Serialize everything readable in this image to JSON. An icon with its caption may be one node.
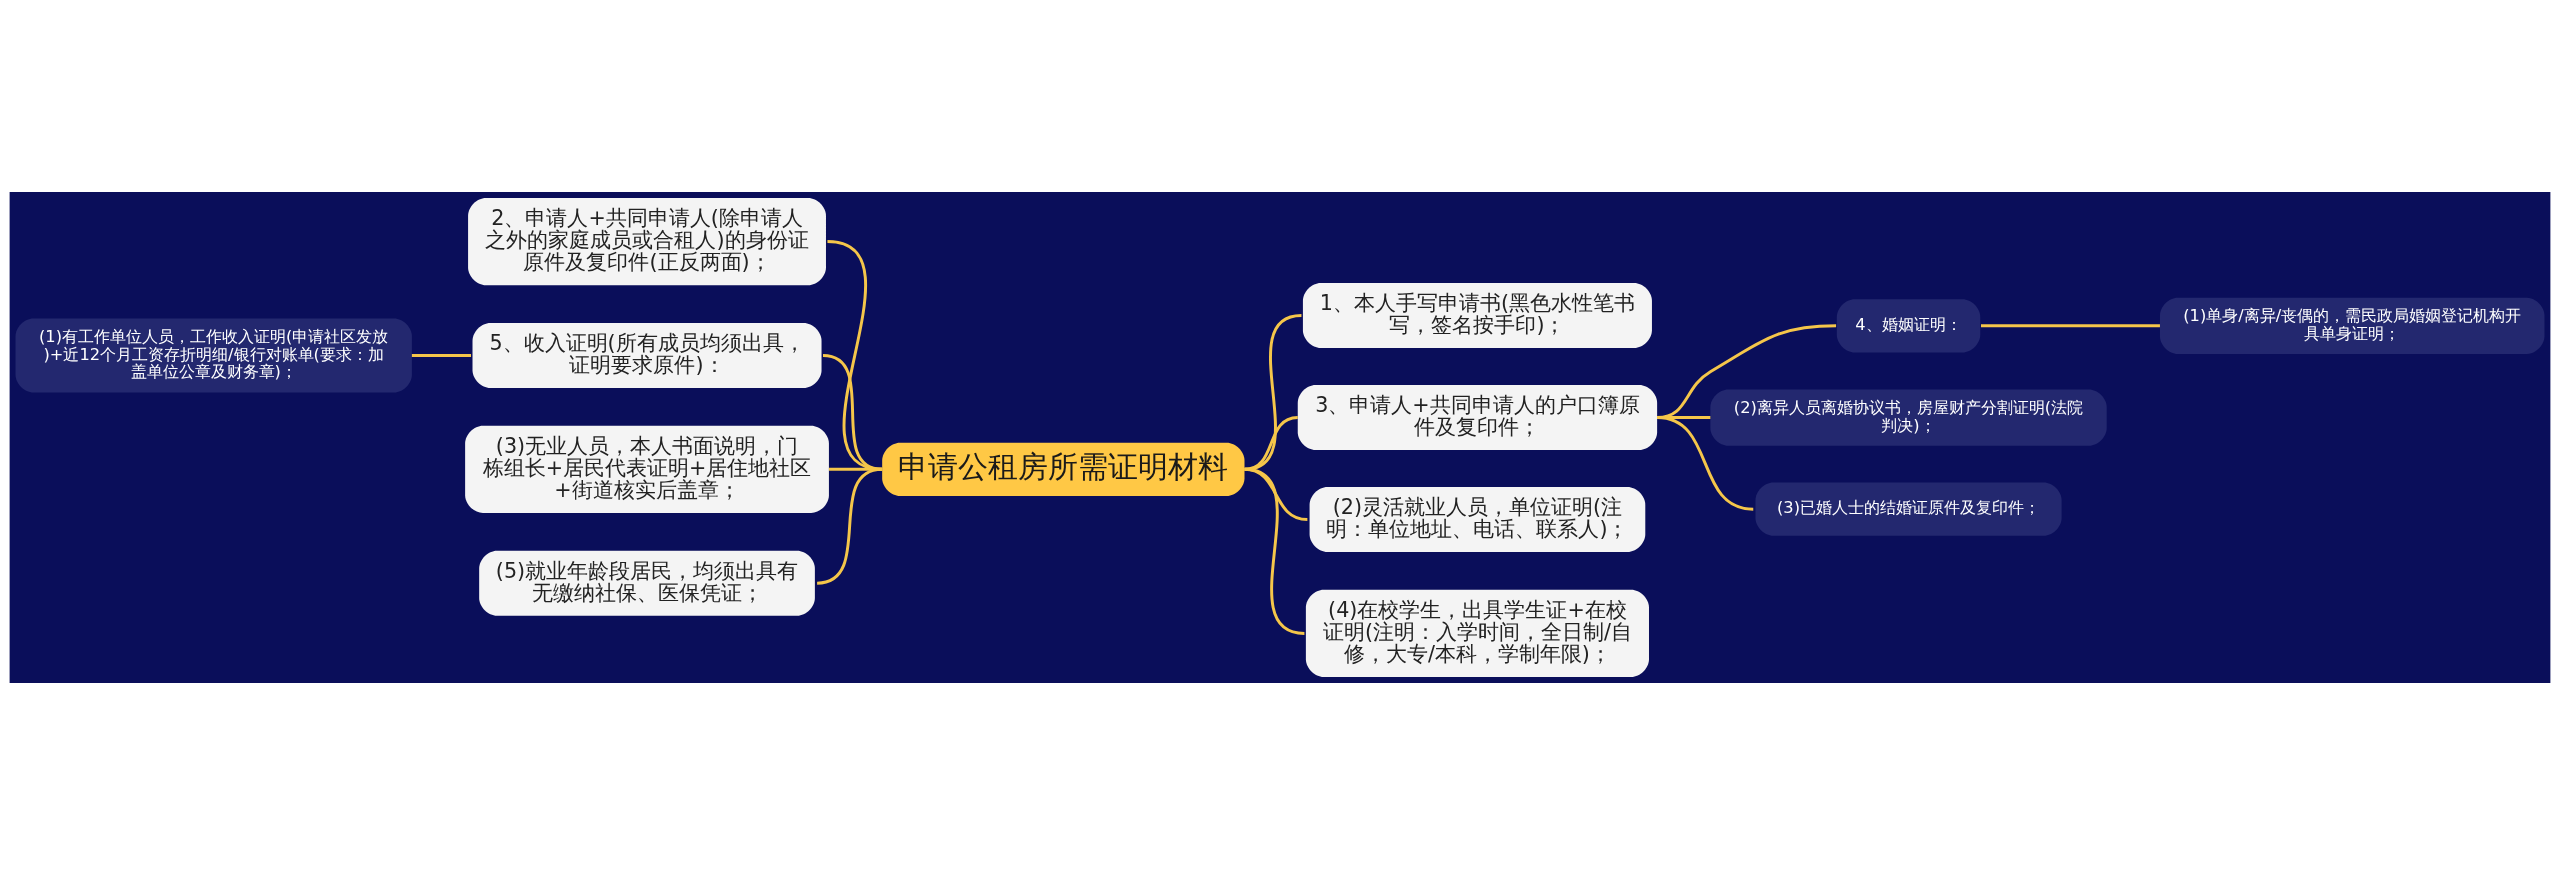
{
  "diagram": {
    "nodes": [
      {
        "text": [
          "申请公租房所需证明材料"
        ]
      },
      {
        "text": [
          "2、申请人+共同申请人(除申请人之外的家庭成员或合租人)的身份证原件及复印件(正反两面)；"
        ]
      },
      {
        "text": [
          "5、收入证明(所有成员均须出具，证明要求原件)："
        ]
      },
      {
        "text": [
          "(1)有工作单位人员，工作收入证明(申请社区发放)+近12个月工资存折明细/银行对账单(要求：加盖单位公章及财务章)；"
        ]
      },
      {
        "text": [
          "(3)无业人员，本人书面说明，门栋组长+居民代表证明+居住地社区+街道核实后盖章；"
        ]
      },
      {
        "text": [
          "(5)就业年龄段居民，均须出具有无缴纳社保、医保凭证；"
        ]
      },
      {
        "text": [
          "1、本人手写申请书(黑色水性笔书写，签名按手印)；"
        ]
      },
      {
        "text": [
          "3、申请人+共同申请人的户口簿原件及复印件；"
        ]
      },
      {
        "text": [
          "4、婚姻证明："
        ]
      },
      {
        "text": [
          "(1)单身/离异/丧偶的，需民政局婚姻登记机构开具单身证明；"
        ]
      },
      {
        "text": [
          "(2)离异人员离婚协议书，房屋财产分割证明(法院判决)；"
        ]
      },
      {
        "text": [
          "(3)已婚人士的结婚证原件及复印件；"
        ]
      },
      {
        "text": [
          "(2)灵活就业人员，单位证明(注明：单位地址、电话、联系人)；"
        ]
      },
      {
        "text": [
          "(4)在校学生，出具学生证+在校证明(注明：入学时间，全日制/自修，大专/本科，学制年限)；"
        ]
      }
    ],
    "edges": [
      {
        "from": 0,
        "to": 1,
        "arrow": "none"
      },
      {
        "from": 0,
        "to": 2,
        "arrow": "none"
      },
      {
        "from": 2,
        "to": 3,
        "arrow": "none"
      },
      {
        "from": 0,
        "to": 4,
        "arrow": "none"
      },
      {
        "from": 0,
        "to": 5,
        "arrow": "none"
      },
      {
        "from": 0,
        "to": 6,
        "arrow": "none"
      },
      {
        "from": 0,
        "to": 7,
        "arrow": "none"
      },
      {
        "from": 7,
        "to": 8,
        "arrow": "none"
      },
      {
        "from": 8,
        "to": 9,
        "arrow": "none"
      },
      {
        "from": 7,
        "to": 10,
        "arrow": "none"
      },
      {
        "from": 7,
        "to": 11,
        "arrow": "none"
      },
      {
        "from": 0,
        "to": 12,
        "arrow": "none"
      },
      {
        "from": 0,
        "to": 13,
        "arrow": "none"
      }
    ]
  }
}
